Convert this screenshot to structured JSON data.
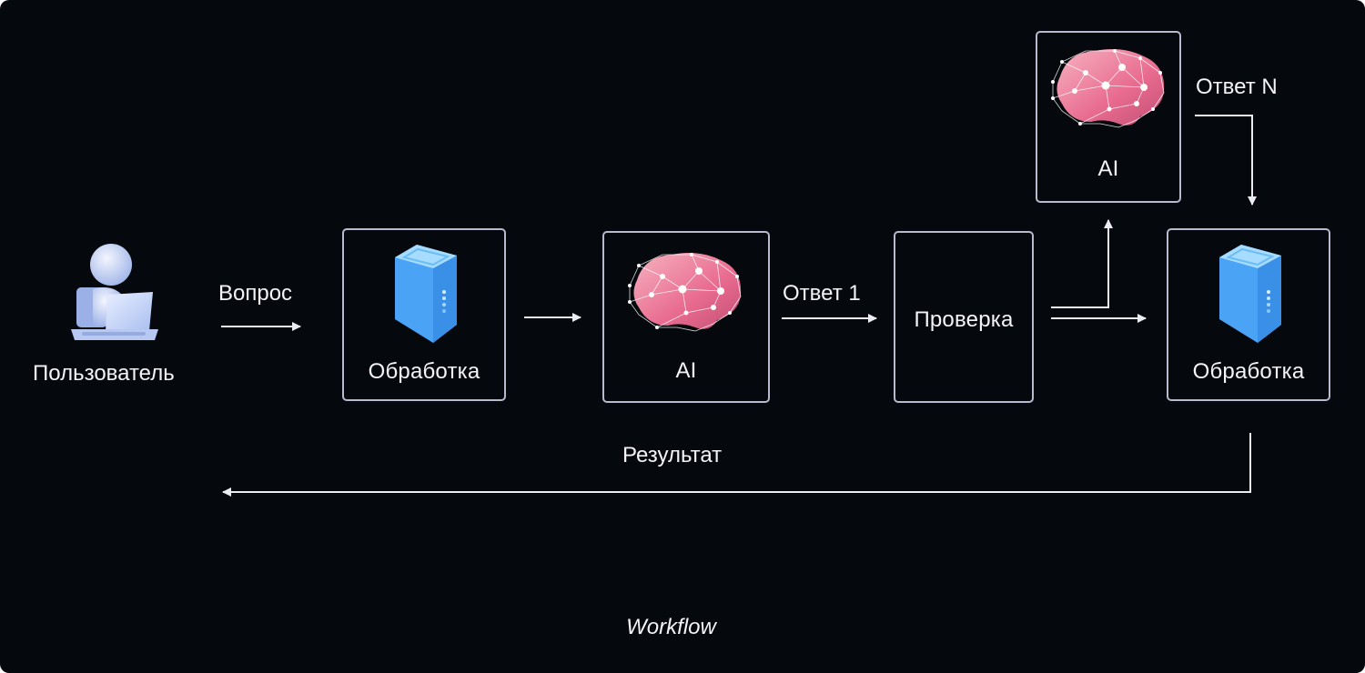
{
  "diagram": {
    "caption": "Workflow",
    "nodes": {
      "user": {
        "label": "Пользователь",
        "icon": "user-laptop-icon"
      },
      "processing_1": {
        "label": "Обработка",
        "icon": "server-icon"
      },
      "ai_1": {
        "label": "AI",
        "icon": "brain-icon"
      },
      "check": {
        "label": "Проверка"
      },
      "ai_n": {
        "label": "AI",
        "icon": "brain-icon"
      },
      "processing_2": {
        "label": "Обработка",
        "icon": "server-icon"
      }
    },
    "edges": {
      "question": {
        "label": "Вопрос",
        "from": "user",
        "to": "processing_1"
      },
      "to_ai": {
        "label": "",
        "from": "processing_1",
        "to": "ai_1"
      },
      "answer_1": {
        "label": "Ответ 1",
        "from": "ai_1",
        "to": "check"
      },
      "to_ai_n": {
        "label": "",
        "from": "check",
        "to": "ai_n"
      },
      "check_to_processing": {
        "label": "",
        "from": "check",
        "to": "processing_2"
      },
      "answer_n": {
        "label": "Ответ N",
        "from": "ai_n",
        "to": "processing_2"
      },
      "result": {
        "label": "Результат",
        "from": "processing_2",
        "to": "user"
      }
    },
    "colors": {
      "background": "#05080c",
      "border": "#b9b9cf",
      "arrow": "#ececf4",
      "server": "#4aa3f5",
      "brain": "#e86a8f"
    }
  }
}
